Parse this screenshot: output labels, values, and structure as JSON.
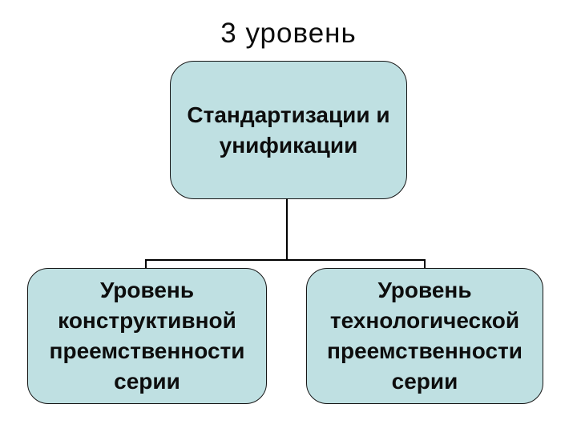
{
  "slide": {
    "title": "3 уровень"
  },
  "diagram": {
    "type": "hierarchy",
    "root": {
      "label": "Стандартизации и унификации"
    },
    "children": [
      {
        "label": "Уровень конструктивной преемственности серии"
      },
      {
        "label": "Уровень технологической преемственности серии"
      }
    ]
  },
  "colors": {
    "background": "#ffffff",
    "box_fill": "#BFE0E2",
    "box_border": "#161616",
    "connector": "#000000",
    "text": "#0d0d0d"
  }
}
